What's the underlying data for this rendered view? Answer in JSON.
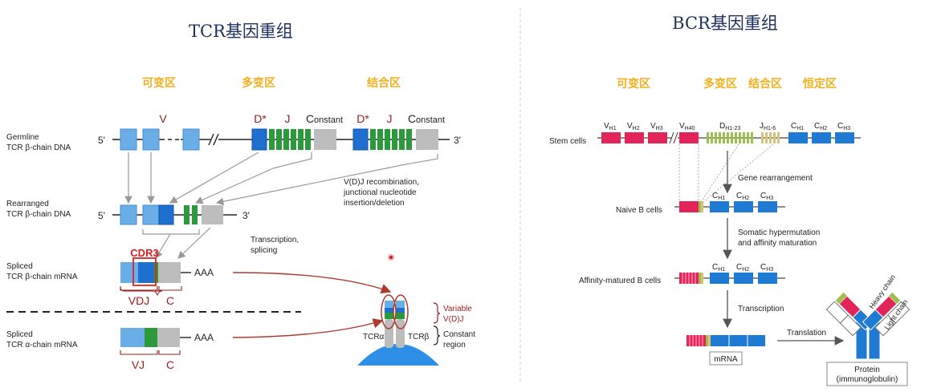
{
  "tcr": {
    "title": "TCR基因重组",
    "regions": [
      "可变区",
      "多变区",
      "结合区"
    ],
    "rows": {
      "germline": [
        "Germline",
        "TCR β-chain DNA"
      ],
      "rearranged": [
        "Rearranged",
        "TCR β-chain DNA"
      ],
      "spliced_b": [
        "Spliced",
        "TCR β-chain mRNA"
      ],
      "spliced_a": [
        "Spliced",
        "TCR α-chain mRNA"
      ]
    },
    "five_prime": "5'",
    "three_prime": "3'",
    "v_label": "V",
    "d_label": "D*",
    "j_label": "J",
    "constant_C": "C",
    "constant_rest": "onstant",
    "recombination_note": [
      "V(D)J recombination,",
      "junctional nucleotide",
      "insertion/deletion"
    ],
    "transcription_note": [
      "Transcription,",
      "splicing"
    ],
    "cdr3": "CDR3",
    "aaa": "AAA",
    "vdj": "VDJ",
    "vj": "VJ",
    "c": "C",
    "variable_label": [
      "Variable",
      "V(D)J"
    ],
    "constant_region_label": [
      "Constant",
      "region"
    ],
    "tcr_alpha": "TCRα",
    "tcr_beta": "TCRβ"
  },
  "bcr": {
    "title": "BCR基因重组",
    "regions": [
      "可变区",
      "多变区",
      "结合区",
      "恒定区"
    ],
    "stem_cells": "Stem cells",
    "naive_b_cells": "Naive B cells",
    "affinity_matured": "Affinity-matured B cells",
    "gene_rearrangement": "Gene rearrangement",
    "somatic_hypermutation": [
      "Somatic hypermutation",
      "and affinity maturation"
    ],
    "transcription": "Transcription",
    "translation": "Translation",
    "mrna": "mRNA",
    "protein": [
      "Protein",
      "(immunoglobulin)"
    ],
    "heavy_chain": "Heavy chain",
    "light_chain": "Light chain",
    "v_segments": [
      {
        "base": "V",
        "sub": "H1"
      },
      {
        "base": "V",
        "sub": "H2"
      },
      {
        "base": "V",
        "sub": "H3"
      },
      {
        "base": "V",
        "sub": "H40"
      }
    ],
    "d_segment": {
      "base": "D",
      "sub": "H1-23"
    },
    "j_segment": {
      "base": "J",
      "sub": "H1-6"
    },
    "c_segments": [
      {
        "base": "C",
        "sub": "H1"
      },
      {
        "base": "C",
        "sub": "H2"
      },
      {
        "base": "C",
        "sub": "H3"
      }
    ]
  },
  "colors": {
    "v_light_blue": "#6aaee8",
    "d_blue": "#1f6fd0",
    "j_green": "#2a9a3a",
    "constant_gray": "#bdbdbd",
    "red_accent": "#9b1c1c",
    "cdr3_red": "#e02020",
    "bcr_pink": "#e3245a",
    "bcr_blue": "#1f7ad4",
    "bcr_d_green": "#9bc14a",
    "bcr_j_tan": "#d9c27a",
    "title_navy": "#1f2f5e",
    "region_gold": "#f2b01e"
  }
}
